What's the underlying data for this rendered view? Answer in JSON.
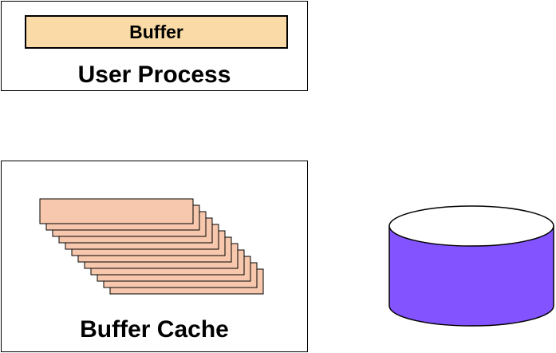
{
  "user_process": {
    "buffer_label": "Buffer",
    "title": "User Process"
  },
  "buffer_cache": {
    "title": "Buffer Cache",
    "buffer_count": 12
  },
  "colors": {
    "buffer_fill": "#fadaa6",
    "cache_buffer_fill": "#f7c8ad",
    "disk_fill": "#8353ff",
    "border": "#000000"
  }
}
